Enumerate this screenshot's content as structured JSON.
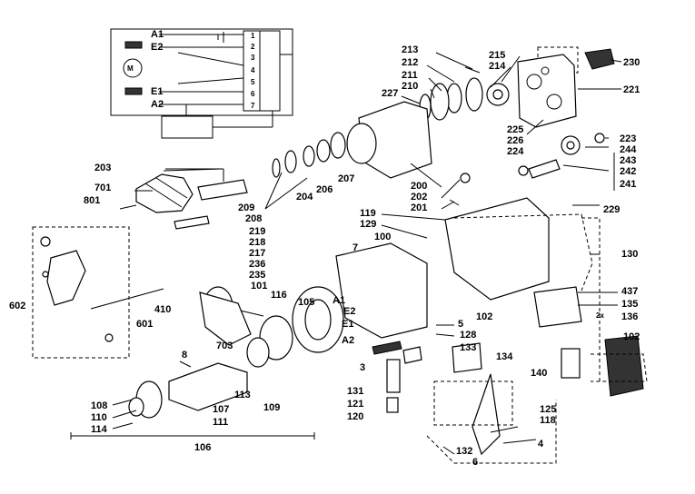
{
  "schematic": {
    "terminals": [
      "A1",
      "E2",
      "E1",
      "A2"
    ],
    "pins": [
      "1",
      "2",
      "3",
      "4",
      "5",
      "6",
      "7"
    ]
  },
  "labels": {
    "l230": "230",
    "l221": "221",
    "l213": "213",
    "l212": "212",
    "l211": "211",
    "l210": "210",
    "l227": "227",
    "l215": "215",
    "l214": "214",
    "l225": "225",
    "l226": "226",
    "l224": "224",
    "l223": "223",
    "l244": "244",
    "l243": "243",
    "l242": "242",
    "l241": "241",
    "l203": "203",
    "l701": "701",
    "l801": "801",
    "l209": "209",
    "l208": "208",
    "l204": "204",
    "l206": "206",
    "l207": "207",
    "l200": "200",
    "l202": "202",
    "l201": "201",
    "l229": "229",
    "l219": "219",
    "l218": "218",
    "l217": "217",
    "l236": "236",
    "l235": "235",
    "l7": "7",
    "l100": "100",
    "l119": "119",
    "l129": "129",
    "l130": "130",
    "l437": "437",
    "l135": "135",
    "l136": "136",
    "l2x": "2x",
    "l602": "602",
    "l410": "410",
    "l601": "601",
    "l703": "703",
    "l101": "101",
    "l116": "116",
    "l105": "105",
    "l102a": "102",
    "l102b": "102",
    "l5": "5",
    "l128": "128",
    "l133": "133",
    "l134": "134",
    "l140": "140",
    "l8": "8",
    "l3": "3",
    "l131": "131",
    "l121": "121",
    "l120": "120",
    "l113": "113",
    "l109": "109",
    "l108": "108",
    "l110": "110",
    "l114": "114",
    "l107": "107",
    "l111": "111",
    "l106": "106",
    "l125": "125",
    "l118": "118",
    "l4": "4",
    "l132": "132",
    "l6": "6",
    "tA1": "A1",
    "tE2": "E2",
    "tE1": "E1",
    "tA2": "A2"
  }
}
